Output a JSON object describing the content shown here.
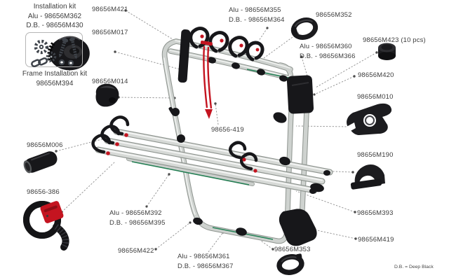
{
  "diagram": {
    "installation_kit": {
      "title": "Installation kit",
      "alu": "Alu - 98656M362",
      "db": "D.B. - 98656M430"
    },
    "frame_kit": {
      "title": "Frame Installation kit",
      "code": "98656M394"
    },
    "footnote": "D.B. = Deep Black",
    "labels": {
      "m421": "98656M421",
      "m017": "98656M017",
      "m014": "98656M014",
      "m006": "98656M006",
      "s386": "98656-386",
      "m355_alu": "Alu - 98656M355",
      "m355_db": "D.B. - 98656M364",
      "m352": "98656M352",
      "m360_alu": "Alu - 98656M360",
      "m360_db": "D.B. - 98656M366",
      "m423": "98656M423 (10 pcs)",
      "m420": "98656M420",
      "m010": "98656M010",
      "m190": "98656M190",
      "s419": "98656-419",
      "m392_alu": "Alu - 98656M392",
      "m392_db": "D.B. - 98656M395",
      "m422": "98656M422",
      "m361_alu": "Alu - 98656M361",
      "m361_db": "D.B. - 98656M367",
      "m393": "98656M393",
      "m419": "98656M419",
      "m353": "98656M353"
    },
    "colors": {
      "accent_red": "#c41420",
      "accent_green": "#157a4a",
      "tube_aluminium": "#ced2cf",
      "part_black": "#17171a",
      "label_text": "#3d3d3d"
    }
  }
}
